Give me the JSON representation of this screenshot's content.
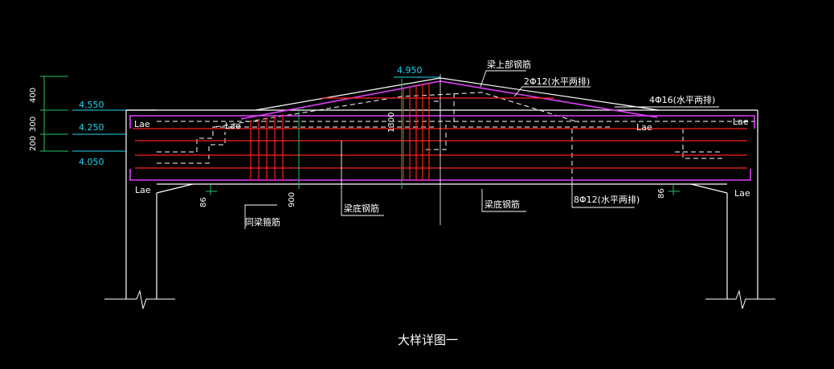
{
  "drawing": {
    "title": "大样详图一",
    "colors": {
      "background": "#000000",
      "outline": "#ffffff",
      "rebar_red": "#ff2020",
      "stirrup_magenta": "#e040fb",
      "elevation_cyan": "#22d3ee",
      "dim_green": "#22c55e"
    },
    "elevations": {
      "top": "4.950",
      "e1": "4.550",
      "e2": "4.250",
      "e3": "4.050"
    },
    "vertical_dims": {
      "d400": "400",
      "d300": "300",
      "d200": "200"
    },
    "labels": {
      "top_rebar": "梁上部钢筋",
      "rebar_2phi12": "2Φ12(水平两排)",
      "rebar_4phi16": "4Φ16(水平两排)",
      "rebar_8phi12": "8Φ12(水平两排)",
      "stirrup_same": "同梁箍筋",
      "bottom_rebar_left": "梁底钢筋",
      "bottom_rebar_right": "梁底钢筋",
      "lae": "Lae"
    },
    "dims": {
      "d86_left": "86",
      "d86_right": "86",
      "d900": "900",
      "d1300": "1300"
    }
  }
}
